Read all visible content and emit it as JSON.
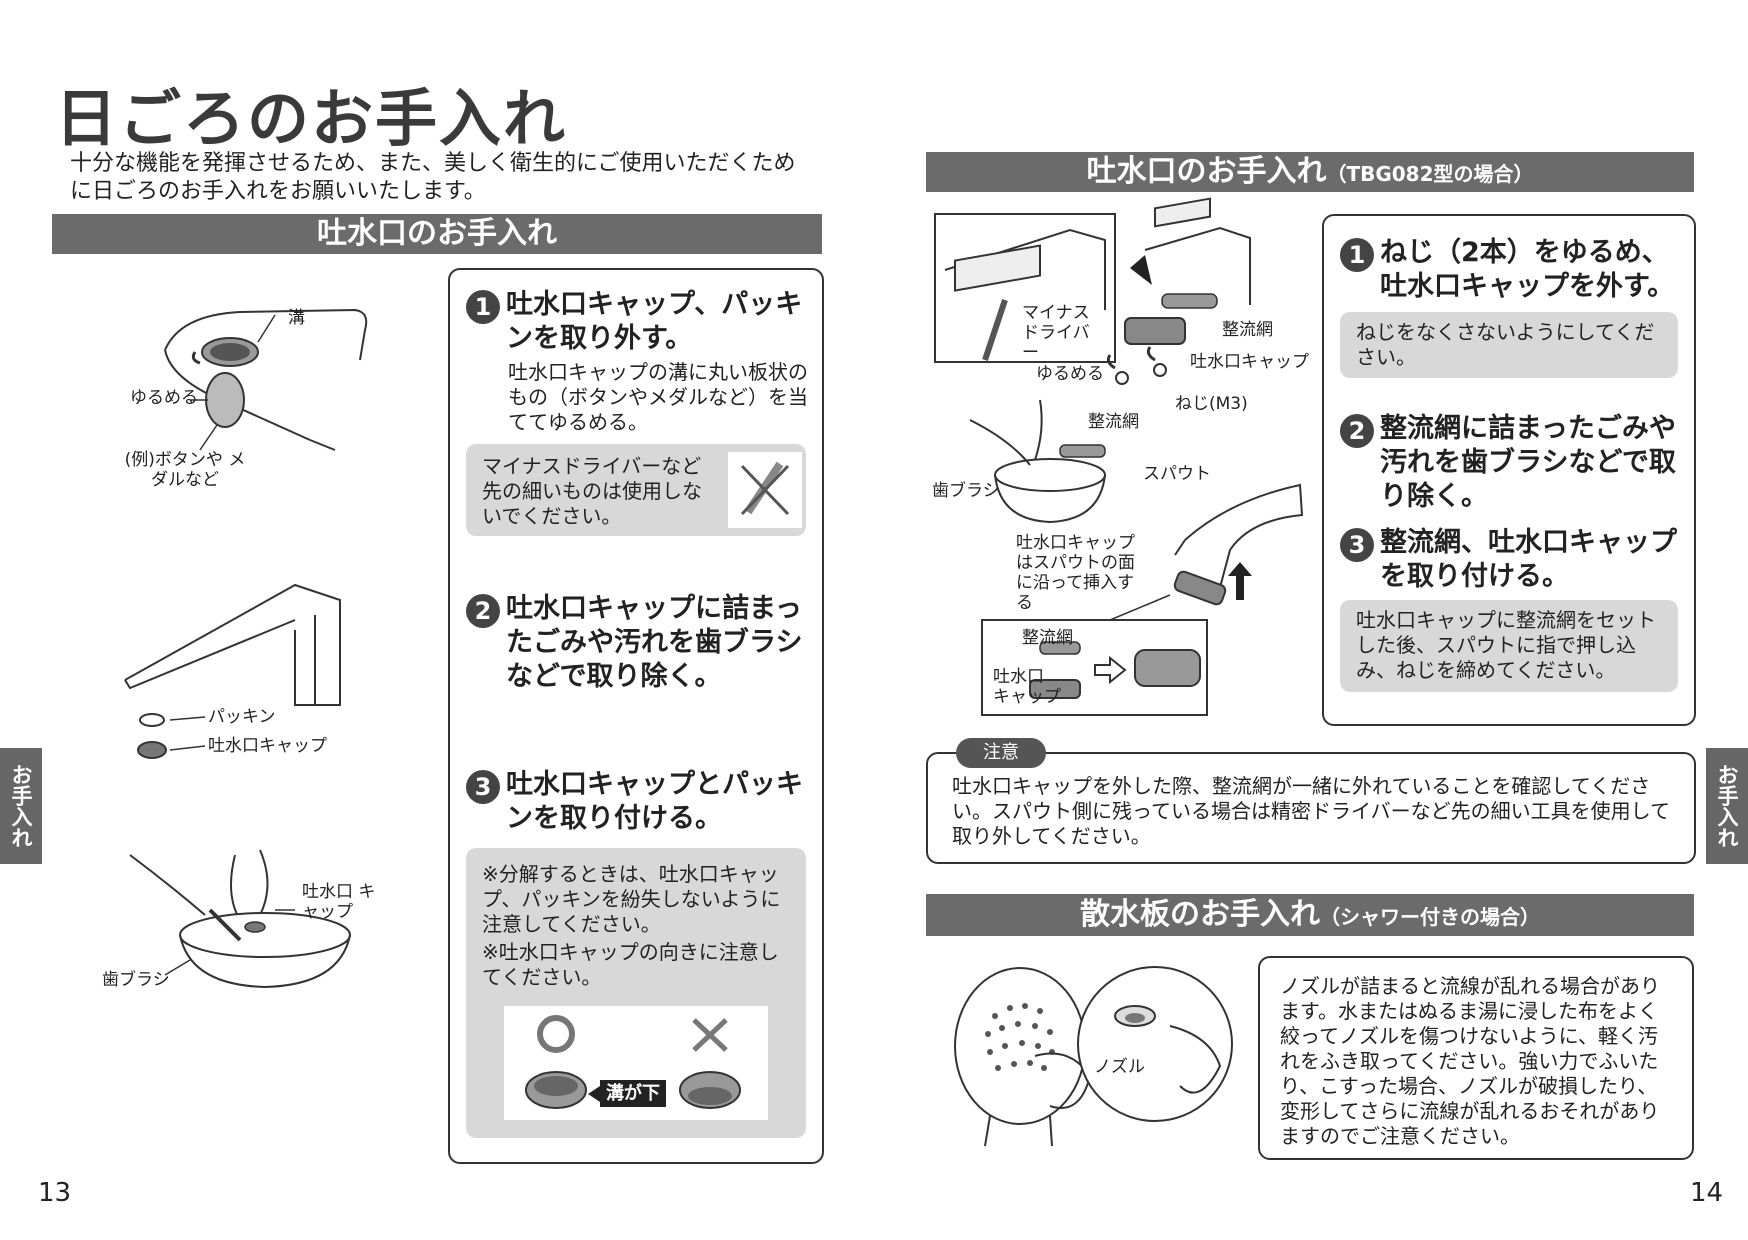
{
  "page13": {
    "title": "日ごろのお手入れ",
    "intro": "十分な機能を発揮させるため、また、美しく衛生的にご使用いただくために日ごろのお手入れをお願いいたします。",
    "section_title": "吐水口のお手入れ",
    "labels": {
      "groove": "溝",
      "loosen": "ゆるめる",
      "example": "(例)ボタンや メダルなど",
      "packing": "パッキン",
      "cap": "吐水口キャップ",
      "cap2": "吐水口 キャップ",
      "brush": "歯ブラシ"
    },
    "steps": [
      {
        "num": "1",
        "text": "吐水口キャップ、パッキンを取り外す。",
        "desc": "吐水口キャップの溝に丸い板状のもの（ボタンやメダルなど）を当ててゆるめる。",
        "note": "マイナスドライバーなど先の細いものは使用しないでください。"
      },
      {
        "num": "2",
        "text": "吐水口キャップに詰まったごみや汚れを歯ブラシなどで取り除く。"
      },
      {
        "num": "3",
        "text": "吐水口キャップとパッキンを取り付ける。",
        "note_lines": [
          "※分解するときは、吐水口キャップ、パッキンを紛失しないように注意してください。",
          "※吐水口キャップの向きに注意してください。"
        ],
        "orientation_label": "溝が下"
      }
    ],
    "side_tab": "お手入れ",
    "page_number": "13"
  },
  "page14": {
    "section1_title": "吐水口のお手入れ",
    "section1_sub": "（TBG082型の場合）",
    "labels": {
      "driver": "マイナス ドライバー",
      "filter": "整流網",
      "cap": "吐水口キャップ",
      "loosen": "ゆるめる",
      "screw": "ねじ(M3)",
      "filter2": "整流網",
      "brush": "歯ブラシ",
      "spout": "スパウト",
      "insert": "吐水口キャップ はスパウトの面 に沿って挿入する",
      "filter3": "整流網",
      "cap3": "吐水口 キャップ"
    },
    "steps": [
      {
        "num": "1",
        "text": "ねじ（2本）をゆるめ、吐水口キャップを外す。",
        "note": "ねじをなくさないようにしてください。"
      },
      {
        "num": "2",
        "text": "整流網に詰まったごみや汚れを歯ブラシなどで取り除く。"
      },
      {
        "num": "3",
        "text": "整流網、吐水口キャップを取り付ける。",
        "note": "吐水口キャップに整流網をセットした後、スパウトに指で押し込み、ねじを締めてください。"
      }
    ],
    "caution_tag": "注意",
    "caution_text": "吐水口キャップを外した際、整流網が一緒に外れていることを確認してください。スパウト側に残っている場合は精密ドライバーなど先の細い工具を使用して取り外してください。",
    "section2_title": "散水板のお手入れ",
    "section2_sub": "（シャワー付きの場合）",
    "nozzle_label": "ノズル",
    "shower_text": "ノズルが詰まると流線が乱れる場合があります。水またはぬるま湯に浸した布をよく絞ってノズルを傷つけないように、軽く汚れをふき取ってください。強い力でふいたり、こすった場合、ノズルが破損したり、変形してさらに流線が乱れるおそれがありますのでご注意ください。",
    "side_tab": "お手入れ",
    "page_number": "14"
  }
}
